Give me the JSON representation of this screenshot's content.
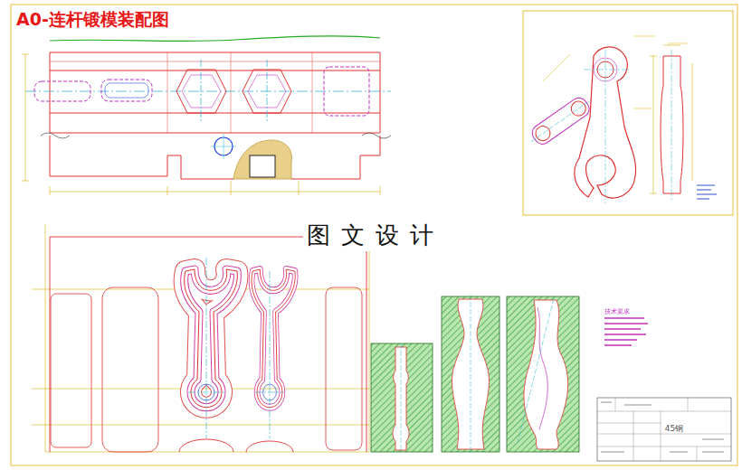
{
  "diagram": {
    "title": "A0-连杆锻模装配图",
    "labels": [
      "图 文 设 计",
      "技术要求",
      "45钢"
    ]
  }
}
